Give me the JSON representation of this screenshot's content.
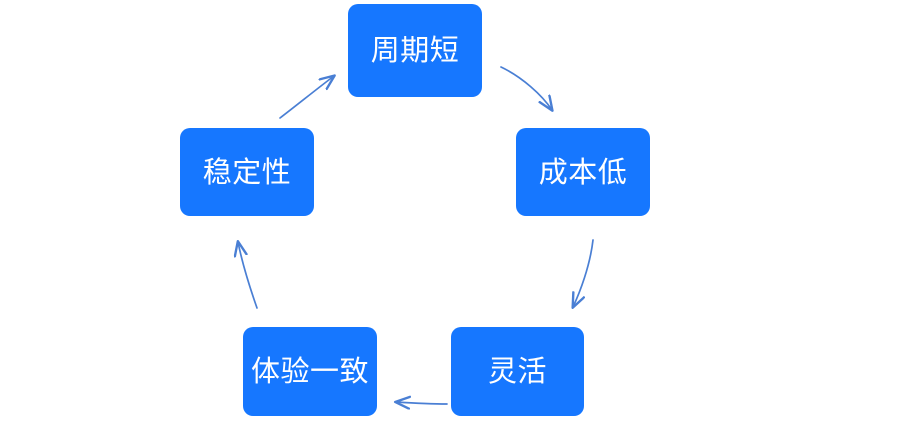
{
  "diagram": {
    "type": "cycle",
    "direction": "clockwise",
    "colors": {
      "node_fill": "#1677ff",
      "node_text": "#ffffff",
      "arrow": "#4a7fd4",
      "background": "#ffffff"
    },
    "nodes": [
      {
        "id": "cycle-short",
        "label": "周期短",
        "position": "top"
      },
      {
        "id": "low-cost",
        "label": "成本低",
        "position": "right-upper"
      },
      {
        "id": "flexible",
        "label": "灵活",
        "position": "right-lower"
      },
      {
        "id": "consistent",
        "label": "体验一致",
        "position": "left-lower"
      },
      {
        "id": "stability",
        "label": "稳定性",
        "position": "left-upper"
      }
    ],
    "edges": [
      {
        "id": "edge-cycle-short-to-low-cost",
        "from": "周期短",
        "to": "成本低",
        "label": ""
      },
      {
        "id": "edge-low-cost-to-flexible",
        "from": "成本低",
        "to": "灵活",
        "label": ""
      },
      {
        "id": "edge-flexible-to-consistent",
        "from": "灵活",
        "to": "体验一致",
        "label": ""
      },
      {
        "id": "edge-consistent-to-stability",
        "from": "体验一致",
        "to": "稳定性",
        "label": ""
      },
      {
        "id": "edge-stability-to-cycle-short",
        "from": "稳定性",
        "to": "周期短",
        "label": ""
      }
    ]
  }
}
